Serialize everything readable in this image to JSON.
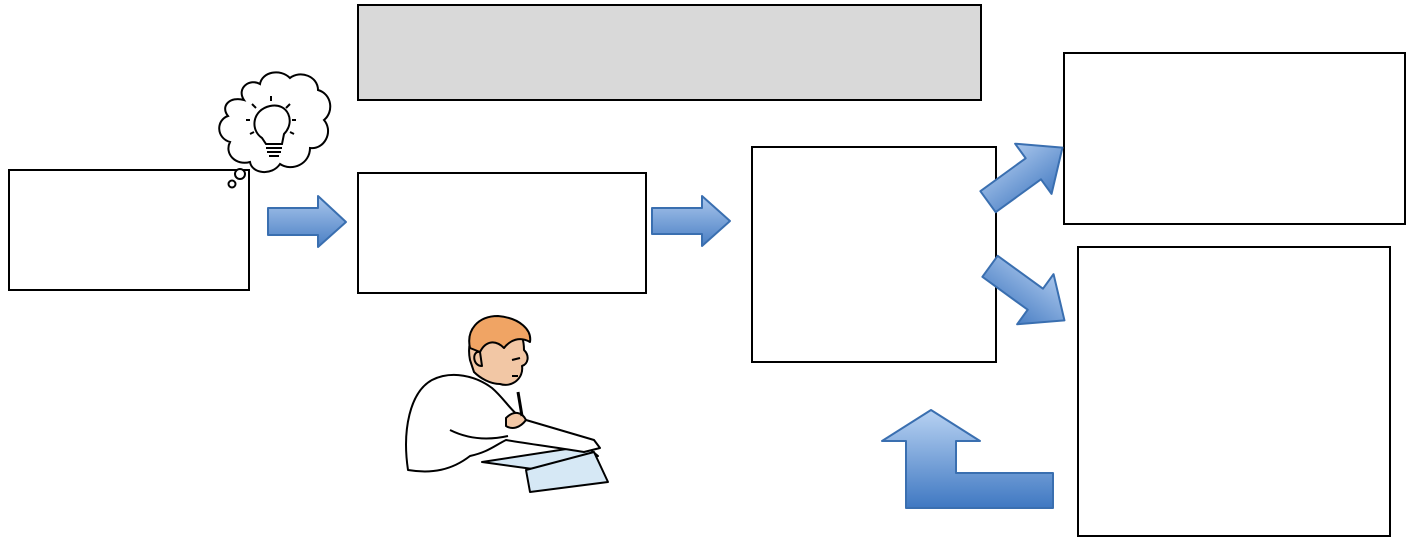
{
  "diagram": {
    "header_text": "",
    "boxes": [
      {
        "id": "idea",
        "text": ""
      },
      {
        "id": "drafting",
        "text": ""
      },
      {
        "id": "review",
        "text": ""
      },
      {
        "id": "outcome-a",
        "text": ""
      },
      {
        "id": "outcome-b",
        "text": ""
      }
    ],
    "colors": {
      "arrow_fill_top": "#8db3e2",
      "arrow_fill_bottom": "#4f81bd",
      "arrow_stroke": "#3a6fb0",
      "header_fill": "#d9d9d9",
      "box_border": "#000000"
    },
    "icons": [
      "thought-bubble-icon",
      "lightbulb-icon",
      "writing-person-icon"
    ]
  }
}
